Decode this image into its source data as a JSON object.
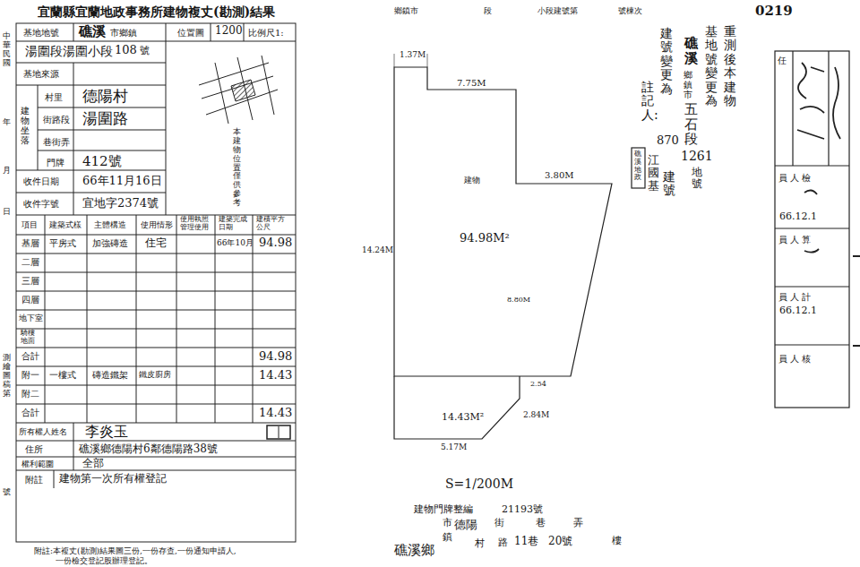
{
  "diagram": {
    "title": "宜蘭縣宜蘭地政事務所建物複丈(勘測)結果",
    "labels": [
      "中華民國",
      "年",
      "月",
      "日",
      "測繪圖稿第",
      "號",
      "基地地號",
      "礁溪",
      "市鄉鎮",
      "位置圖",
      "1200",
      "比例尺1:",
      "湯圍段湯圍小段",
      "108",
      "號",
      "基地來源",
      "建物坐落",
      "村里",
      "德陽村",
      "街路段",
      "湯圍路",
      "巷街弄",
      "門牌",
      "412號",
      "收件日期",
      "66年11月16日",
      "收件字號",
      "宜地字2374號",
      "本建物位置僅供參考",
      "項目",
      "建築式樣",
      "主體構造",
      "使用情形",
      "使用執照管理使用",
      "建築完成日期",
      "建積平方公尺",
      "基層",
      "平房式",
      "加強磚造",
      "住宅",
      "66年10月",
      "94.98",
      "二層",
      "三層",
      "四層",
      "地下室",
      "騎樓地面",
      "合計",
      "94.98",
      "附一",
      "一樓式",
      "磚造鐵架",
      "鐵皮廚房",
      "14.43",
      "附二",
      "合計",
      "14.43",
      "所有權人姓名",
      "李炎玉",
      "住所",
      "礁溪鄉德陽村6鄰德陽路38號",
      "權利範圍",
      "全部",
      "附註",
      "建物第一次所有權登記",
      "附註:本複丈(勘測)結果圖三份,一份存查,一份通知申請人,",
      "一份檢交登記股辦理登記。",
      "鄉鎮市",
      "段",
      "小段建號第",
      "號棟次",
      "1.37M",
      "7.75M",
      "建物",
      "3.80M",
      "14.24M",
      "94.98M²",
      "8.80M",
      "2.54",
      "14.43M²",
      "2.84M",
      "5.17M",
      "S=1/200M",
      "建物門牌整編",
      "21193號",
      "市",
      "德陽",
      "街",
      "巷",
      "弄",
      "鎮",
      "村",
      "路",
      "11巷",
      "20號",
      "樓",
      "礁溪鄉",
      "0219",
      "重測後本建物",
      "基地號變更為",
      "礁溪",
      "鄉鎮市",
      "五石段",
      "1261",
      "地號",
      "870",
      "建號變更為",
      "註記人:",
      "礁溪地政",
      "江國基",
      "建號",
      "員 人 檢",
      "66.12.1",
      "員 人 算",
      "員 人 計",
      "66.12.1",
      "員 人 核",
      "任"
    ]
  }
}
